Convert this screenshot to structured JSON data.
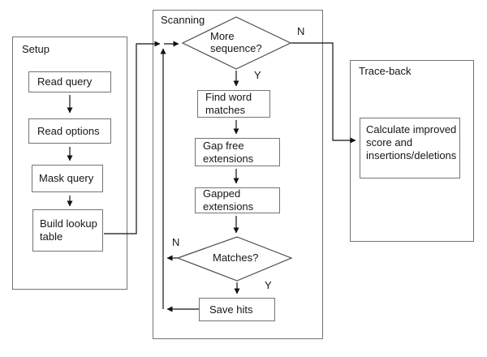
{
  "sections": {
    "setup": {
      "label": "Setup"
    },
    "scanning": {
      "label": "Scanning"
    },
    "traceback": {
      "label": "Trace-back"
    }
  },
  "nodes": {
    "read_query": {
      "label": "Read query"
    },
    "read_options": {
      "label": "Read options"
    },
    "mask_query": {
      "label": "Mask query"
    },
    "build_lookup": {
      "label": "Build lookup table"
    },
    "more_sequence": {
      "label": "More sequence?"
    },
    "find_word": {
      "label": "Find word matches"
    },
    "gap_free": {
      "label": "Gap free extensions"
    },
    "gapped": {
      "label": "Gapped extensions"
    },
    "matches": {
      "label": "Matches?"
    },
    "save_hits": {
      "label": "Save hits"
    },
    "calculate": {
      "label": "Calculate improved score and insertions/deletions"
    }
  },
  "branches": {
    "more_sequence_no": "N",
    "more_sequence_yes": "Y",
    "matches_no": "N",
    "matches_yes": "Y"
  },
  "colors": {
    "background": "#ffffff",
    "box_border": "#747474",
    "diamond_stroke": "#4c4c4c",
    "arrow": "#121212",
    "text": "#161616"
  }
}
